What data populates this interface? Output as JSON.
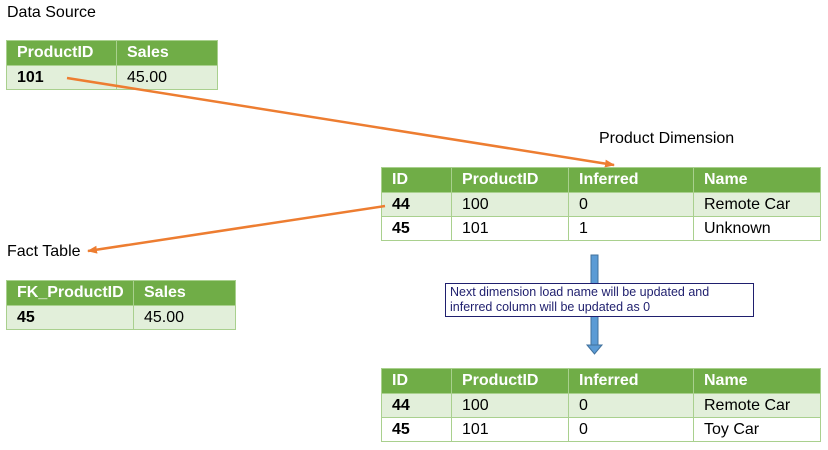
{
  "data_source": {
    "title": "Data Source",
    "headers": [
      "ProductID",
      "Sales"
    ],
    "rows": [
      [
        "101",
        "45.00"
      ]
    ]
  },
  "product_dimension": {
    "title": "Product Dimension",
    "headers": [
      "ID",
      "ProductID",
      "Inferred",
      "Name"
    ],
    "rows": [
      [
        "44",
        "100",
        "0",
        "Remote Car"
      ],
      [
        "45",
        "101",
        "1",
        "Unknown"
      ]
    ]
  },
  "fact_table": {
    "title": "Fact Table",
    "headers": [
      "FK_ProductID",
      "Sales"
    ],
    "rows": [
      [
        "45",
        "45.00"
      ]
    ]
  },
  "note": {
    "text": "Next dimension load name will be updated and inferred column will be updated as 0"
  },
  "updated_dimension": {
    "headers": [
      "ID",
      "ProductID",
      "Inferred",
      "Name"
    ],
    "rows": [
      [
        "44",
        "100",
        "0",
        "Remote Car"
      ],
      [
        "45",
        "101",
        "0",
        "Toy Car"
      ]
    ]
  },
  "colors": {
    "header_green": "#70ad47",
    "row_light_green": "#e2efda",
    "arrow_orange": "#ed7d31",
    "arrow_blue": "#5b9bd5",
    "note_border": "#1f1f6e"
  }
}
